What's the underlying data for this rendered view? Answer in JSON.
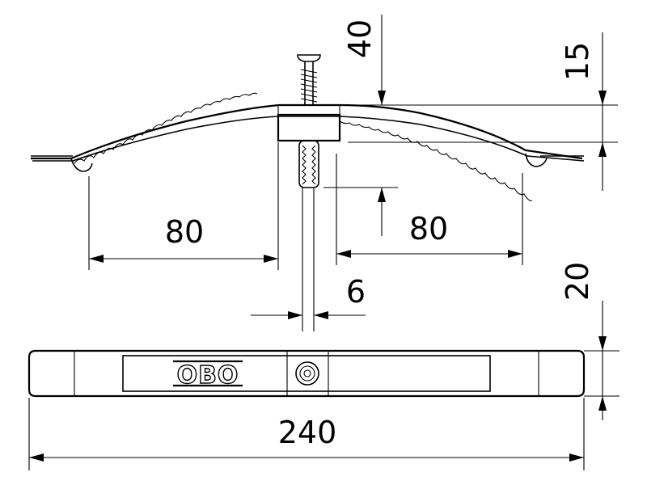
{
  "drawing": {
    "dimensions": {
      "height_total": "40",
      "arch_height": "15",
      "left_span": "80",
      "right_span": "80",
      "anchor_diameter": "6",
      "width": "20",
      "length": "240"
    },
    "logo_text": "OBO"
  },
  "colors": {
    "line": "#000000",
    "background": "#ffffff"
  }
}
